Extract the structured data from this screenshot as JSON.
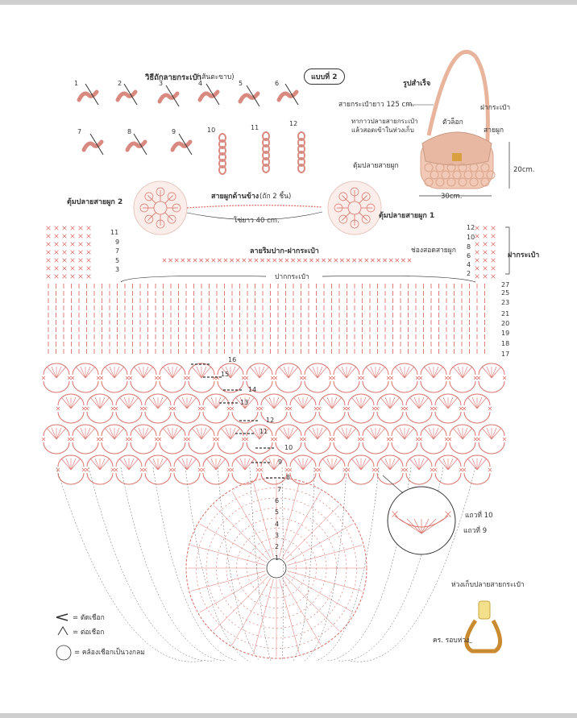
{
  "header": {
    "title": "วิธีถักลายกระเป๋า",
    "title_note": "(เส้นตะขาบ)",
    "variant_badge": "แบบที่ 2"
  },
  "steps": [
    "1",
    "2",
    "3",
    "4",
    "5",
    "6",
    "7",
    "8",
    "9",
    "10",
    "11",
    "12"
  ],
  "finished": {
    "title": "รูปสำเร็จ",
    "strap_length": "สายกระเป๋ายาว 125 cm.",
    "lock": "ตัวล็อก",
    "flap": "ฝากระเป๋า",
    "tie": "สายผูก",
    "glue_note_1": "ทากาวปลายสายกระเป๋า",
    "glue_note_2": "แล้วสอดเข้าในห่วงเก็บ",
    "tassel": "ตุ้มปลายสายผูก",
    "height": "20cm.",
    "width": "30cm."
  },
  "tie_section": {
    "tassel_2": "ตุ้มปลายสายผูก 2",
    "tassel_1": "ตุ้มปลายสายผูก 1",
    "side_tie": "สายผูกด้านข้าง",
    "side_tie_note": "(ถัก 2 ชิ้น)",
    "length": "โซ่ยาว 40 cm."
  },
  "body": {
    "rim_title": "ลายริมปาก-ฝากระเป๋า",
    "mouth": "ปากกระเป๋า",
    "tie_hole": "ช่องสอดสายผูก",
    "flap_label": "ฝากระเป๋า",
    "flap_rows": [
      "12",
      "10",
      "8",
      "6",
      "4",
      "2"
    ],
    "left_rows": [
      "11",
      "9",
      "7",
      "5",
      "3"
    ],
    "right_rows": [
      "27",
      "25",
      "23",
      "21",
      "20",
      "19",
      "18",
      "17"
    ],
    "mid_rows": [
      "16",
      "15",
      "14",
      "13",
      "12",
      "11",
      "10",
      "9"
    ],
    "base_rows": [
      "8",
      "7",
      "6",
      "5",
      "4",
      "3",
      "2",
      "1"
    ]
  },
  "detail": {
    "row10": "แถวที่ 10",
    "row9": "แถวที่ 9"
  },
  "ring": {
    "title": "ห่วงเก็บปลายสายกระเป๋า",
    "note": "คร. รอบห่วง"
  },
  "legend": [
    {
      "icon": "cut-icon",
      "label": "= ตัดเชือก"
    },
    {
      "icon": "join-icon",
      "label": "= ต่อเชือก"
    },
    {
      "icon": "ring-icon",
      "label": "= คล้องเชือกเป็นวงกลม"
    }
  ]
}
